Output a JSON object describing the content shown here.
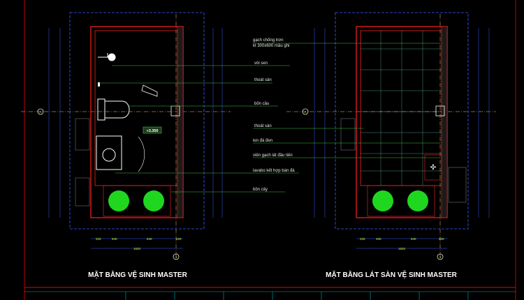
{
  "drawing": {
    "titles": {
      "left": "MẶT BẰNG VỆ SINH MASTER",
      "right": "MẶT BẰNG LÁT SÀN VỆ SINH MASTER"
    },
    "level_mark": "+3.350",
    "annotations": [
      "gạch chống trơn",
      "kt 300x600 mầu ghi",
      "vòi sen",
      "thoát sàn",
      "bồn cầu",
      "thoát sàn",
      "len đá đen",
      "viên gạch lát đầu tiên",
      "lavabo kết hợp bàn đá",
      "bồn cây"
    ],
    "grid_markers": {
      "axis_a": "A",
      "axis_3": "3"
    },
    "bottom_dims_left": [
      "220",
      "640",
      "540",
      "220"
    ],
    "bottom_total_left": "1620",
    "bottom_dims_right": [
      "220",
      "400",
      "540",
      "220"
    ],
    "bottom_total_right": "1620",
    "colors": {
      "background": "#000000",
      "wall": "#ff2020",
      "dimension": "#3a5cff",
      "leader": "#40c040",
      "plant": "#22ee22",
      "frame": "#c00000",
      "cyan": "#00d8d8"
    }
  }
}
